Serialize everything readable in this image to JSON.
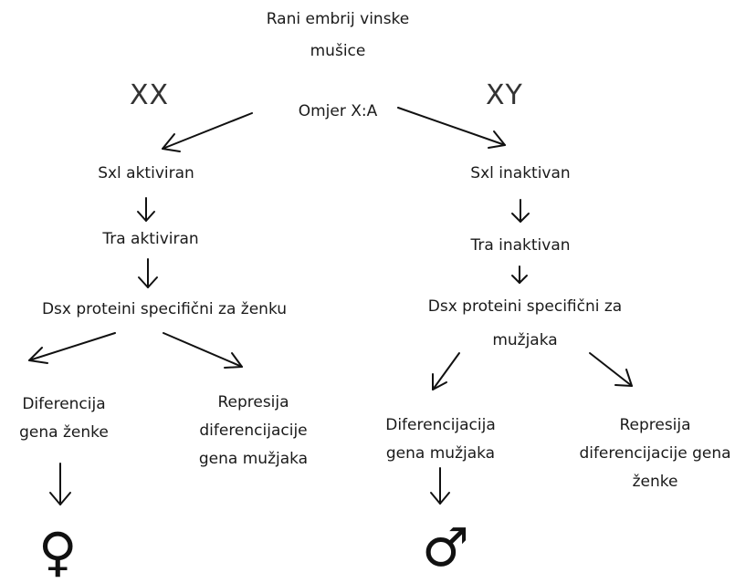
{
  "root": {
    "line1": "Rani embrij vinske",
    "line2": "mušice"
  },
  "ratio_label": "Omjer X:A",
  "female_branch": {
    "karyotype": "XX",
    "sxl": "Sxl aktiviran",
    "tra": "Tra aktiviran",
    "dsx": "Dsx proteini specifični za ženku",
    "outcome_left": {
      "line1": "Diferencija",
      "line2": "gena ženke"
    },
    "outcome_right": {
      "line1": "Represija",
      "line2": "diferencijacije",
      "line3": "gena mužjaka"
    },
    "symbol": "♀"
  },
  "male_branch": {
    "karyotype": "XY",
    "sxl": "Sxl inaktivan",
    "tra": "Tra inaktivan",
    "dsx": {
      "line1": "Dsx proteini specifični za",
      "line2": "mužjaka"
    },
    "outcome_left": {
      "line1": "Diferencijacija",
      "line2": "gena mužjaka"
    },
    "outcome_right": {
      "line1": "Represija",
      "line2": "diferencijacije gena",
      "line3": "ženke"
    },
    "symbol": "♂"
  }
}
